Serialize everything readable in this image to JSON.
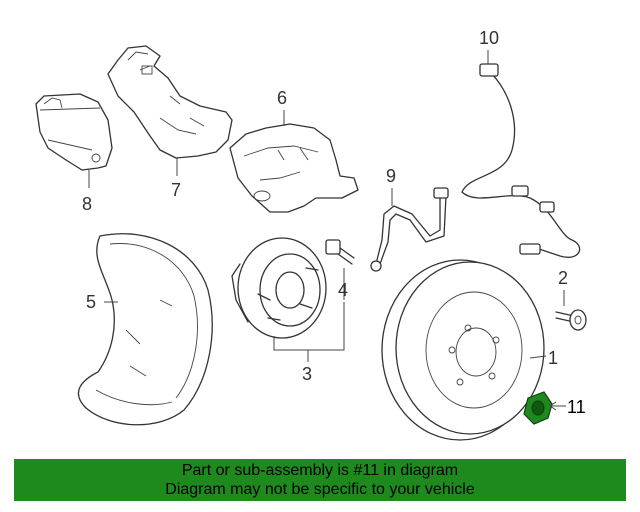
{
  "diagram": {
    "labels": {
      "p1": "1",
      "p2": "2",
      "p3": "3",
      "p4": "4",
      "p5": "5",
      "p6": "6",
      "p7": "7",
      "p8": "8",
      "p9": "9",
      "p10": "10",
      "p11": "11"
    },
    "highlight_color": "#1e8a1e"
  },
  "banner": {
    "line1": "Part or sub-assembly is #11 in diagram",
    "line2": "Diagram may not be specific to your vehicle",
    "background": "#1e8a1e"
  }
}
